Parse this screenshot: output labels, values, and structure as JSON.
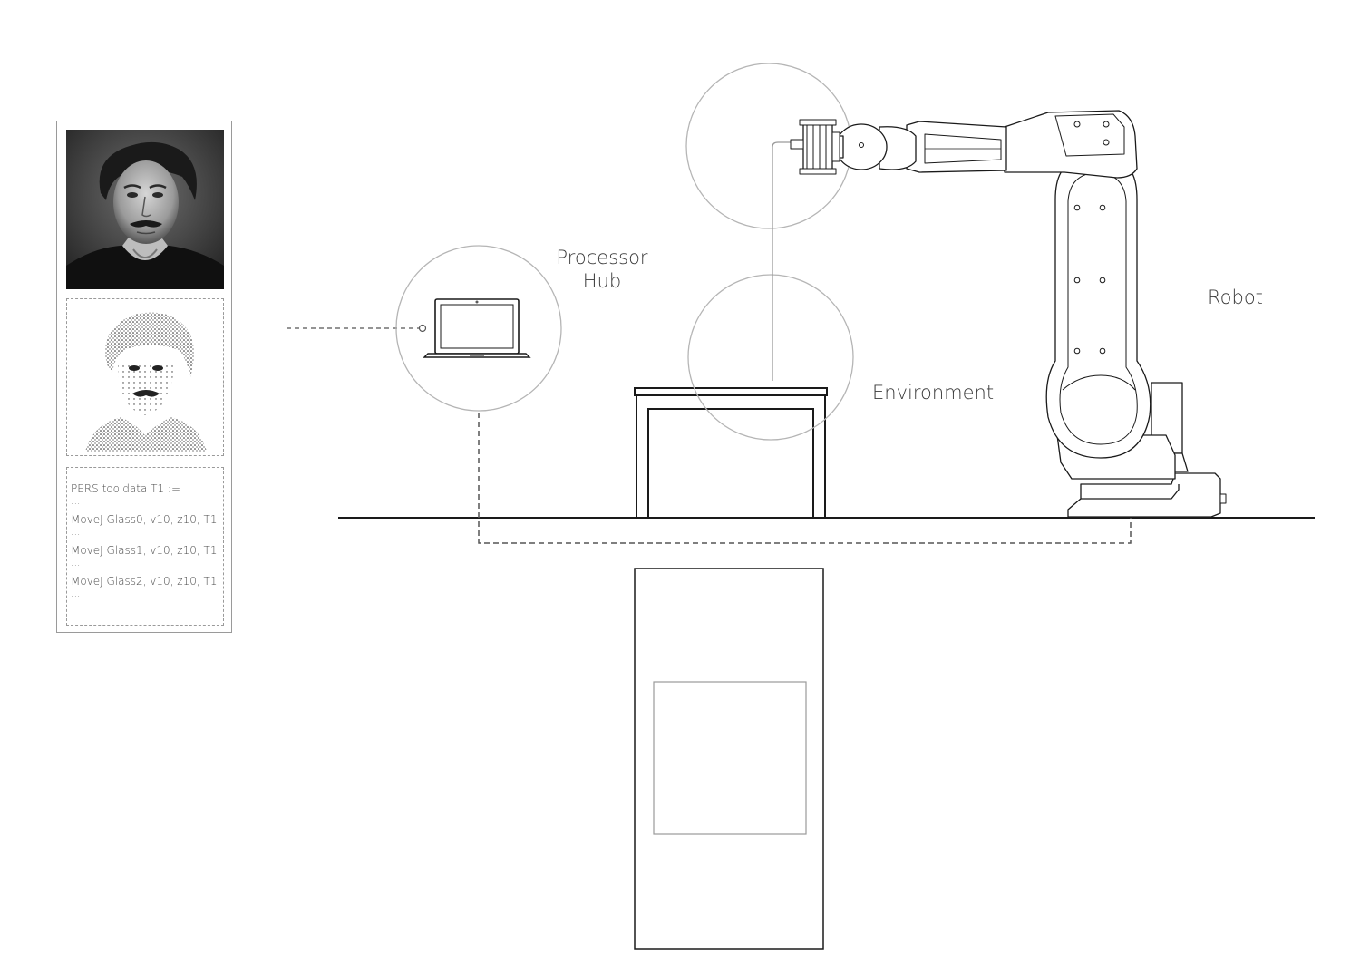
{
  "labels": {
    "processor_hub_line1": "Processor",
    "processor_hub_line2": "Hub",
    "robot": "Robot",
    "environment": "Environment"
  },
  "panel": {
    "code_lines": [
      "PERS tooldata T1 :=",
      "...",
      "MoveJ Glass0, v10, z10, T1",
      "...",
      "MoveJ Glass1, v10, z10, T1",
      "...",
      "MoveJ Glass2, v10, z10, T1",
      "..."
    ]
  },
  "colors": {
    "line": "#1a1a1a",
    "light_line": "#b5b5b5",
    "dashed": "#555555"
  }
}
